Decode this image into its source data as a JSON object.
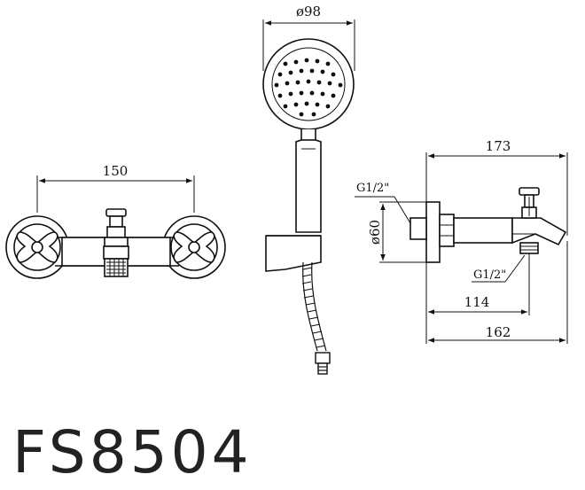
{
  "front_view": {
    "width_label": "150"
  },
  "handshower": {
    "diameter_label": "ø98"
  },
  "side_view": {
    "length_label": "173",
    "inlet_label": "G1/2\"",
    "outlet_label": "G1/2\"",
    "body_diameter_label": "ø60",
    "outlet_distance_label": "114",
    "spout_length_label": "162"
  },
  "model": "FS8504"
}
